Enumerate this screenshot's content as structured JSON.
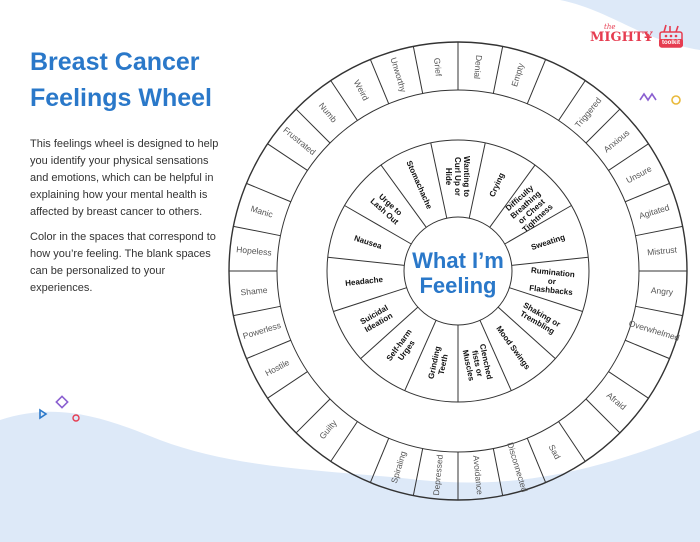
{
  "title": {
    "line1": "Breast Cancer",
    "line2": "Feelings Wheel"
  },
  "description": [
    "This feelings wheel is designed to help you identify your physical sensations and emotions, which can be helpful in explaining how your mental health is affected by breast cancer to others.",
    "Color in the spaces that correspond to how you’re feeling. The blank spaces can be personalized to your experiences."
  ],
  "brand": {
    "the": "the",
    "name": "MIGHTY",
    "plus": "+",
    "toolkit": "toolkit"
  },
  "center": {
    "line1": "What I’m",
    "line2": "Feeling"
  },
  "colors": {
    "accent": "#2a78c9",
    "brand": "#e63c50",
    "wave": "#dde9f8",
    "stroke": "#333333"
  },
  "inner_ring": [
    "Crying",
    "Difficulty Breathing or Chest Tightness",
    "Sweating",
    "Rumination or Flashbacks",
    "Shaking or Trembling",
    "Mood Swings",
    "Clenched fists or Muscles",
    "Grinding Teeth",
    "Self-harm Urges",
    "Suicidal Ideation",
    "Headache",
    "Nausea",
    "Urge to Lash Out",
    "Stomachache",
    "Wanting to Curl Up or Hide"
  ],
  "outer_ring": [
    "Empty",
    "",
    "Triggered",
    "Anxious",
    "Unsure",
    "Agitated",
    "Mistrust",
    "Angry",
    "Overwhelmed",
    "",
    "Afraid",
    "",
    "Sad",
    "Disconnected",
    "Avoidance",
    "Depressed",
    "Spiraling",
    "",
    "Guilty",
    "",
    "Hostile",
    "Powerless",
    "Shame",
    "Hopeless",
    "Manic",
    "",
    "Frustrated",
    "Numb",
    "Weird",
    "Unworthy",
    "Grief",
    "Denial"
  ]
}
